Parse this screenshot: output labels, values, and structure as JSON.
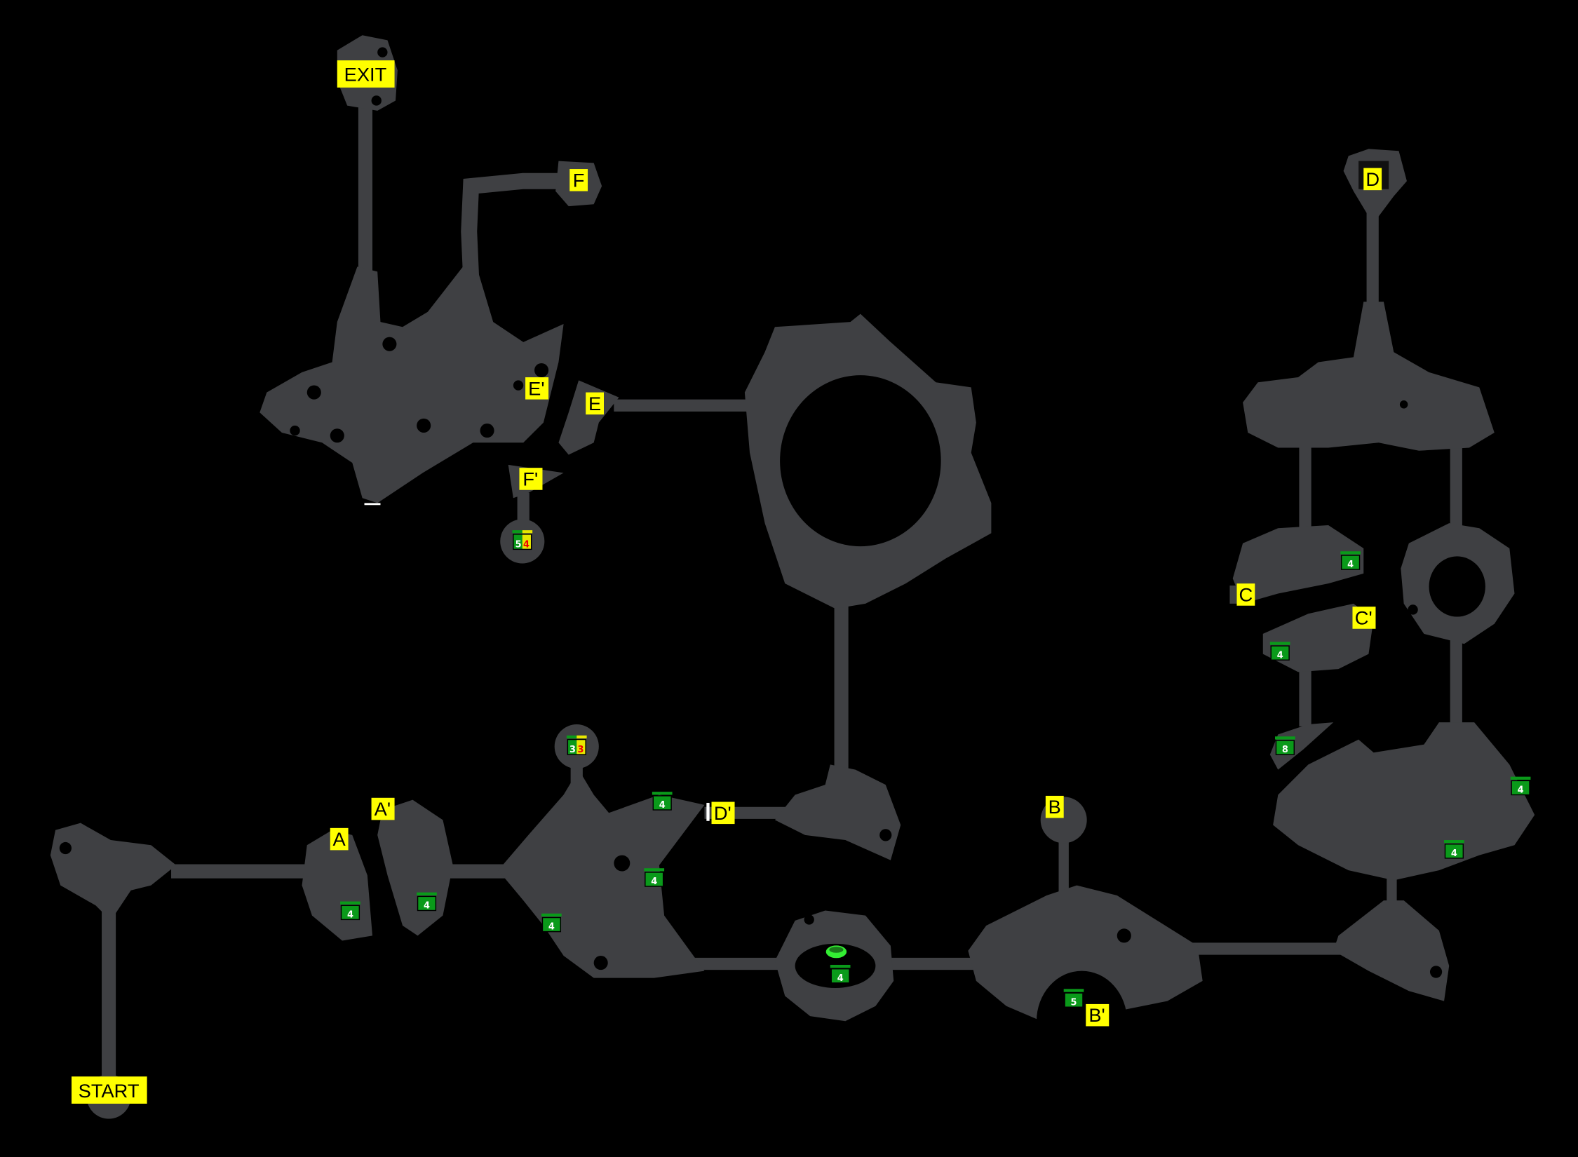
{
  "map": {
    "labels": {
      "exit": "EXIT",
      "start": "START",
      "a": "A",
      "a_prime": "A'",
      "b": "B",
      "b_prime": "B'",
      "c": "C",
      "c_prime": "C'",
      "d": "D",
      "d_prime": "D'",
      "e": "E",
      "e_prime": "E'",
      "f": "F",
      "f_prime": "F'"
    },
    "chests": {
      "green": [
        "4",
        "4",
        "4",
        "4",
        "4",
        "4",
        "4",
        "5",
        "4",
        "8",
        "4",
        "4",
        "4"
      ],
      "split": [
        {
          "left": "5",
          "right": "4"
        },
        {
          "left": "3",
          "right": "3"
        }
      ]
    },
    "colors": {
      "cave": "#3f4043",
      "label": "#ffff00",
      "chest": "#0a9a1a",
      "chest_split": "#e8e800",
      "warp": "#33ee33"
    }
  }
}
